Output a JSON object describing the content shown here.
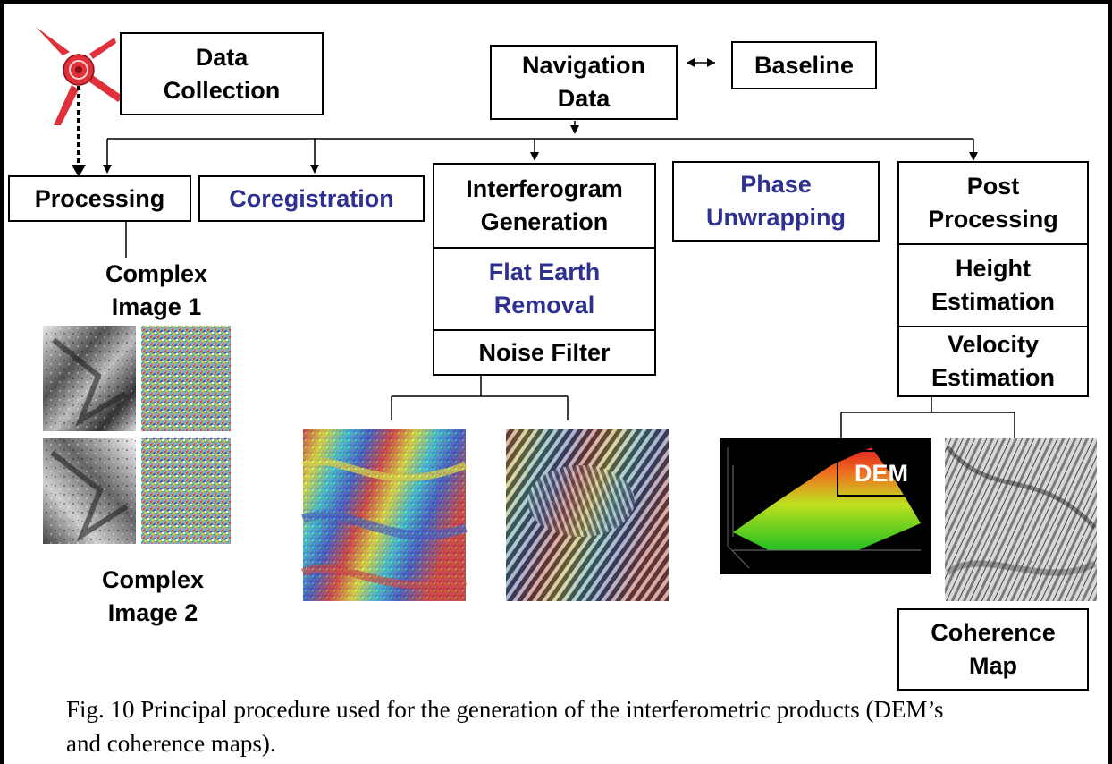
{
  "boxes": {
    "data_collection": "Data Collection",
    "navigation_data": "Navigation Data",
    "baseline": "Baseline",
    "processing": "Processing",
    "coregistration": "Coregistration",
    "interferogram_generation": "Interferogram Generation",
    "flat_earth_removal": "Flat Earth Removal",
    "noise_filter": "Noise Filter",
    "phase_unwrapping": "Phase Unwrapping",
    "post_processing": "Post Processing",
    "height_estimation": "Height Estimation",
    "velocity_estimation": "Velocity Estimation",
    "dem": "DEM",
    "coherence_map": "Coherence Map"
  },
  "labels": {
    "complex_image_1": "Complex Image 1",
    "complex_image_2": "Complex Image 2"
  },
  "caption": "Fig. 10 Principal procedure used for the generation of the interferometric products (DEM’s and coherence maps).",
  "colors": {
    "step_text_blue": "#2e3192",
    "line": "#000000",
    "aircraft": "#e0303a"
  },
  "icons": {
    "aircraft": "sar-aircraft-icon",
    "bidirectional_arrow": "double-arrow-icon"
  }
}
